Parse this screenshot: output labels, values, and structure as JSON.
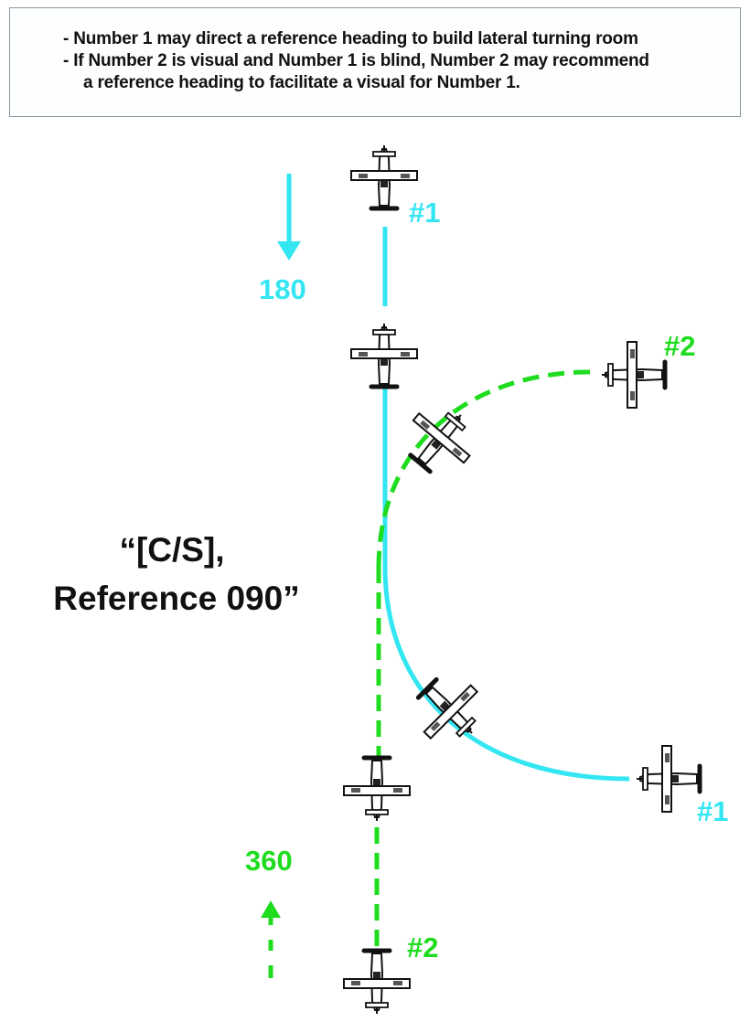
{
  "notes": {
    "line1": "- Number 1 may direct a reference heading to build lateral turning room",
    "line2": "- If Number 2 is visual and Number 1 is blind, Number 2 may recommend",
    "line3": "a reference heading to facilitate a visual for Number 1."
  },
  "labels": {
    "lead_top": "#1",
    "lead_heading": "180",
    "wing_right": "#2",
    "lead_right": "#1",
    "wing_heading": "360",
    "wing_bottom": "#2"
  },
  "callout": {
    "line1": "“[C/S],",
    "line2": "Reference 090”"
  },
  "colors": {
    "lead_path": "#33e6f2",
    "wing_path": "#1fdc1f",
    "text": "#111111",
    "box_border": "#8a96a3"
  },
  "icons": {
    "aircraft": "aircraft-icon",
    "heading_arrow": "arrow-icon"
  }
}
